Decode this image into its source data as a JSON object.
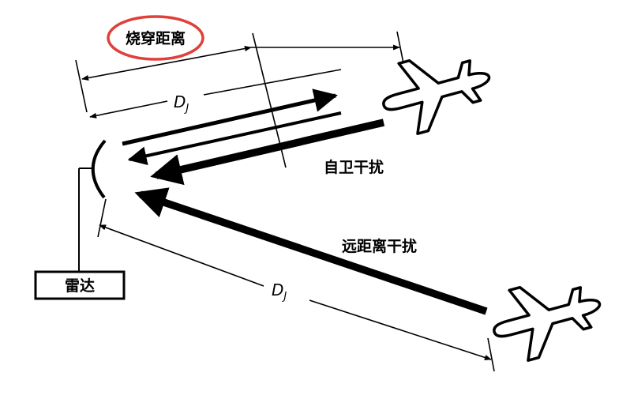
{
  "labels": {
    "burn_through": "烧穿距离",
    "self_protection_jamming": "自卫干扰",
    "standoff_jamming": "远距离干扰",
    "radar": "雷达",
    "dj_upper_main": "D",
    "dj_upper_sub": "J",
    "dj_lower_main": "D",
    "dj_lower_sub": "J"
  },
  "colors": {
    "ink": "#000000",
    "highlight": "#e0403a",
    "background": "#ffffff"
  },
  "icons": {
    "aircraft": "aircraft-icon",
    "radar_dish": "radar-dish-icon"
  }
}
